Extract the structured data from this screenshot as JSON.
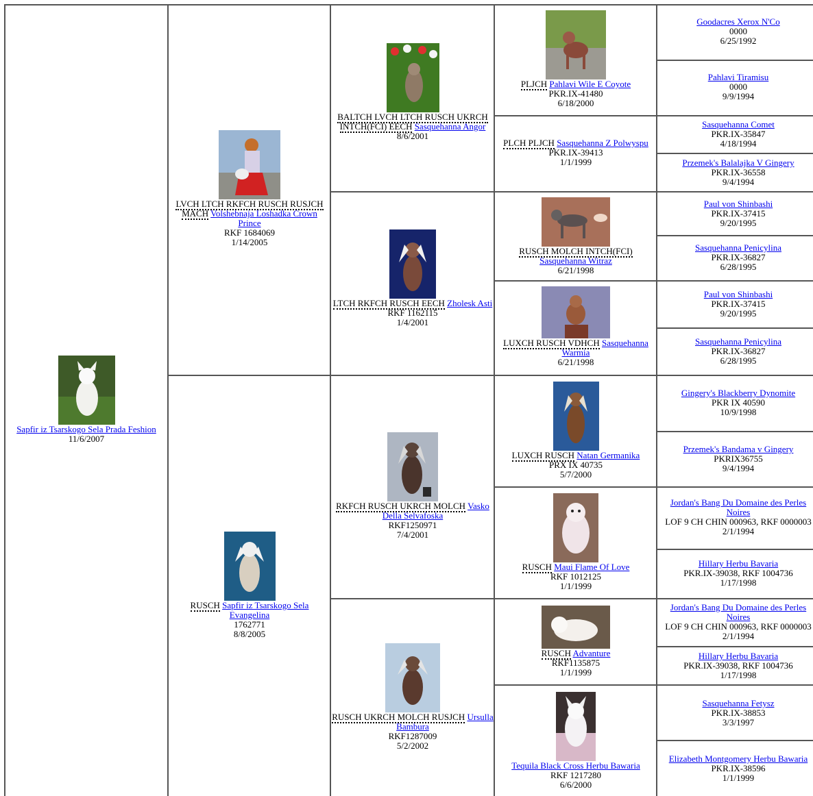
{
  "pedigree": {
    "subject": {
      "name": "Sapfir iz Tsarskogo Sela Prada Feshion",
      "date": "11/6/2007",
      "photo": "white-crested-dog-on-grass"
    },
    "gen1": [
      {
        "titles": "LVCH LTCH RKFCH RUSCH RUSJCH MACH",
        "name": "Volshebnaja Loshadka Crown Prince",
        "reg": "RKF 1684069",
        "date": "1/14/2005",
        "photo": "woman-in-red-with-dog"
      },
      {
        "titles": "RUSCH",
        "name": "Sapfir iz Tsarskogo Sela Evangelina",
        "reg": "1762771",
        "date": "8/8/2005",
        "photo": "dog-on-blue-background"
      }
    ],
    "gen2": [
      {
        "titles": "BALTCH LVCH LTCH RUSCH UKRCH INTCH(FCI) EECH",
        "name": "Sasquehanna Angor",
        "reg": "",
        "date": "8/6/2001",
        "photo": "dog-in-tulips"
      },
      {
        "titles": "LTCH RKFCH RUSCH EECH",
        "name": "Zholesk Asti",
        "reg": "RKF 1162115",
        "date": "1/4/2001",
        "photo": "dog-on-blue-background"
      },
      {
        "titles": "RKFCH RUSCH UKRCH MOLCH",
        "name": "Vasko Della Selvafoska",
        "reg": "RKF1250971",
        "date": "7/4/2001",
        "photo": "dog-sitting-studio"
      },
      {
        "titles": "RUSCH UKRCH MOLCH RUSJCH",
        "name": "Ursulla Bambura",
        "reg": "RKF1287009",
        "date": "5/2/2002",
        "photo": "dog-sitting-light-blue"
      }
    ],
    "gen3": [
      {
        "titles": "PLJCH",
        "name": "Pahlavi Wile E Coyote",
        "reg": "PKR.IX-41480",
        "date": "6/18/2000",
        "photo": "dog-on-pavement"
      },
      {
        "titles": "PLCH PLJCH",
        "name": "Sasquehanna Z Polwyspu",
        "reg": "PKR.IX-39413",
        "date": "1/1/1999",
        "photo": ""
      },
      {
        "titles": "RUSCH MOLCH INTCH(FCI)",
        "name": "Sasquehanna Witraz",
        "reg": "",
        "date": "6/21/1998",
        "photo": "dog-standing-brown-background"
      },
      {
        "titles": "LUXCH RUSCH VDHCH",
        "name": "Sasquehanna Warmia",
        "reg": "",
        "date": "6/21/1998",
        "photo": "dog-on-pedestal"
      },
      {
        "titles": "LUXCH RUSCH",
        "name": "Natan Germanika",
        "reg": "PRX IX 40735",
        "date": "5/7/2000",
        "photo": "dog-standing-blue-background"
      },
      {
        "titles": "RUSCH",
        "name": "Maui Flame Of Love",
        "reg": "RKF 1012125",
        "date": "1/1/1999",
        "photo": "white-fluffy-dog-held"
      },
      {
        "titles": "RUSCH",
        "name": "Advanture",
        "reg": "RKF1135875",
        "date": "1/1/1999",
        "photo": "white-fluffy-dog-lying"
      },
      {
        "titles": "",
        "name": "Tequila Black Cross Herbu Bawaria",
        "reg": "RKF 1217280",
        "date": "6/6/2000",
        "photo": "white-dog-on-pink-blanket"
      }
    ],
    "gen4": [
      {
        "name": "Goodacres Xerox N'Co",
        "reg": "0000",
        "date": "6/25/1992"
      },
      {
        "name": "Pahlavi Tiramisu",
        "reg": "0000",
        "date": "9/9/1994"
      },
      {
        "name": "Sasquehanna Comet",
        "reg": "PKR.IX-35847",
        "date": "4/18/1994"
      },
      {
        "name": "Przemek's Balalajka V Gingery",
        "reg": "PKR.IX-36558",
        "date": "9/4/1994"
      },
      {
        "name": "Paul von Shinbashi",
        "reg": "PKR.IX-37415",
        "date": "9/20/1995"
      },
      {
        "name": "Sasquehanna Penicylina",
        "reg": "PKR.IX-36827",
        "date": "6/28/1995"
      },
      {
        "name": "Paul von Shinbashi",
        "reg": "PKR.IX-37415",
        "date": "9/20/1995"
      },
      {
        "name": "Sasquehanna Penicylina",
        "reg": "PKR.IX-36827",
        "date": "6/28/1995"
      },
      {
        "name": "Gingery's Blackberry Dynomite",
        "reg": "PKR IX 40590",
        "date": "10/9/1998"
      },
      {
        "name": "Przemek's Bandama v Gingery",
        "reg": "PKRIX36755",
        "date": "9/4/1994"
      },
      {
        "name": "Jordan's Bang Du Domaine des Perles Noires",
        "reg": "LOF 9 CH CHIN 000963, RKF 0000003",
        "date": "2/1/1994"
      },
      {
        "name": "Hillary Herbu Bavaria",
        "reg": "PKR.IX-39038, RKF 1004736",
        "date": "1/17/1998"
      },
      {
        "name": "Jordan's Bang Du Domaine des Perles Noires",
        "reg": "LOF 9 CH CHIN 000963, RKF 0000003",
        "date": "2/1/1994"
      },
      {
        "name": "Hillary Herbu Bavaria",
        "reg": "PKR.IX-39038, RKF 1004736",
        "date": "1/17/1998"
      },
      {
        "name": "Sasquehanna Fetysz",
        "reg": "PKR.IX-38853",
        "date": "3/3/1997"
      },
      {
        "name": "Elizabeth Montgomery Herbu Bawaria",
        "reg": "PKR.IX-38596",
        "date": "1/1/1999"
      }
    ]
  }
}
